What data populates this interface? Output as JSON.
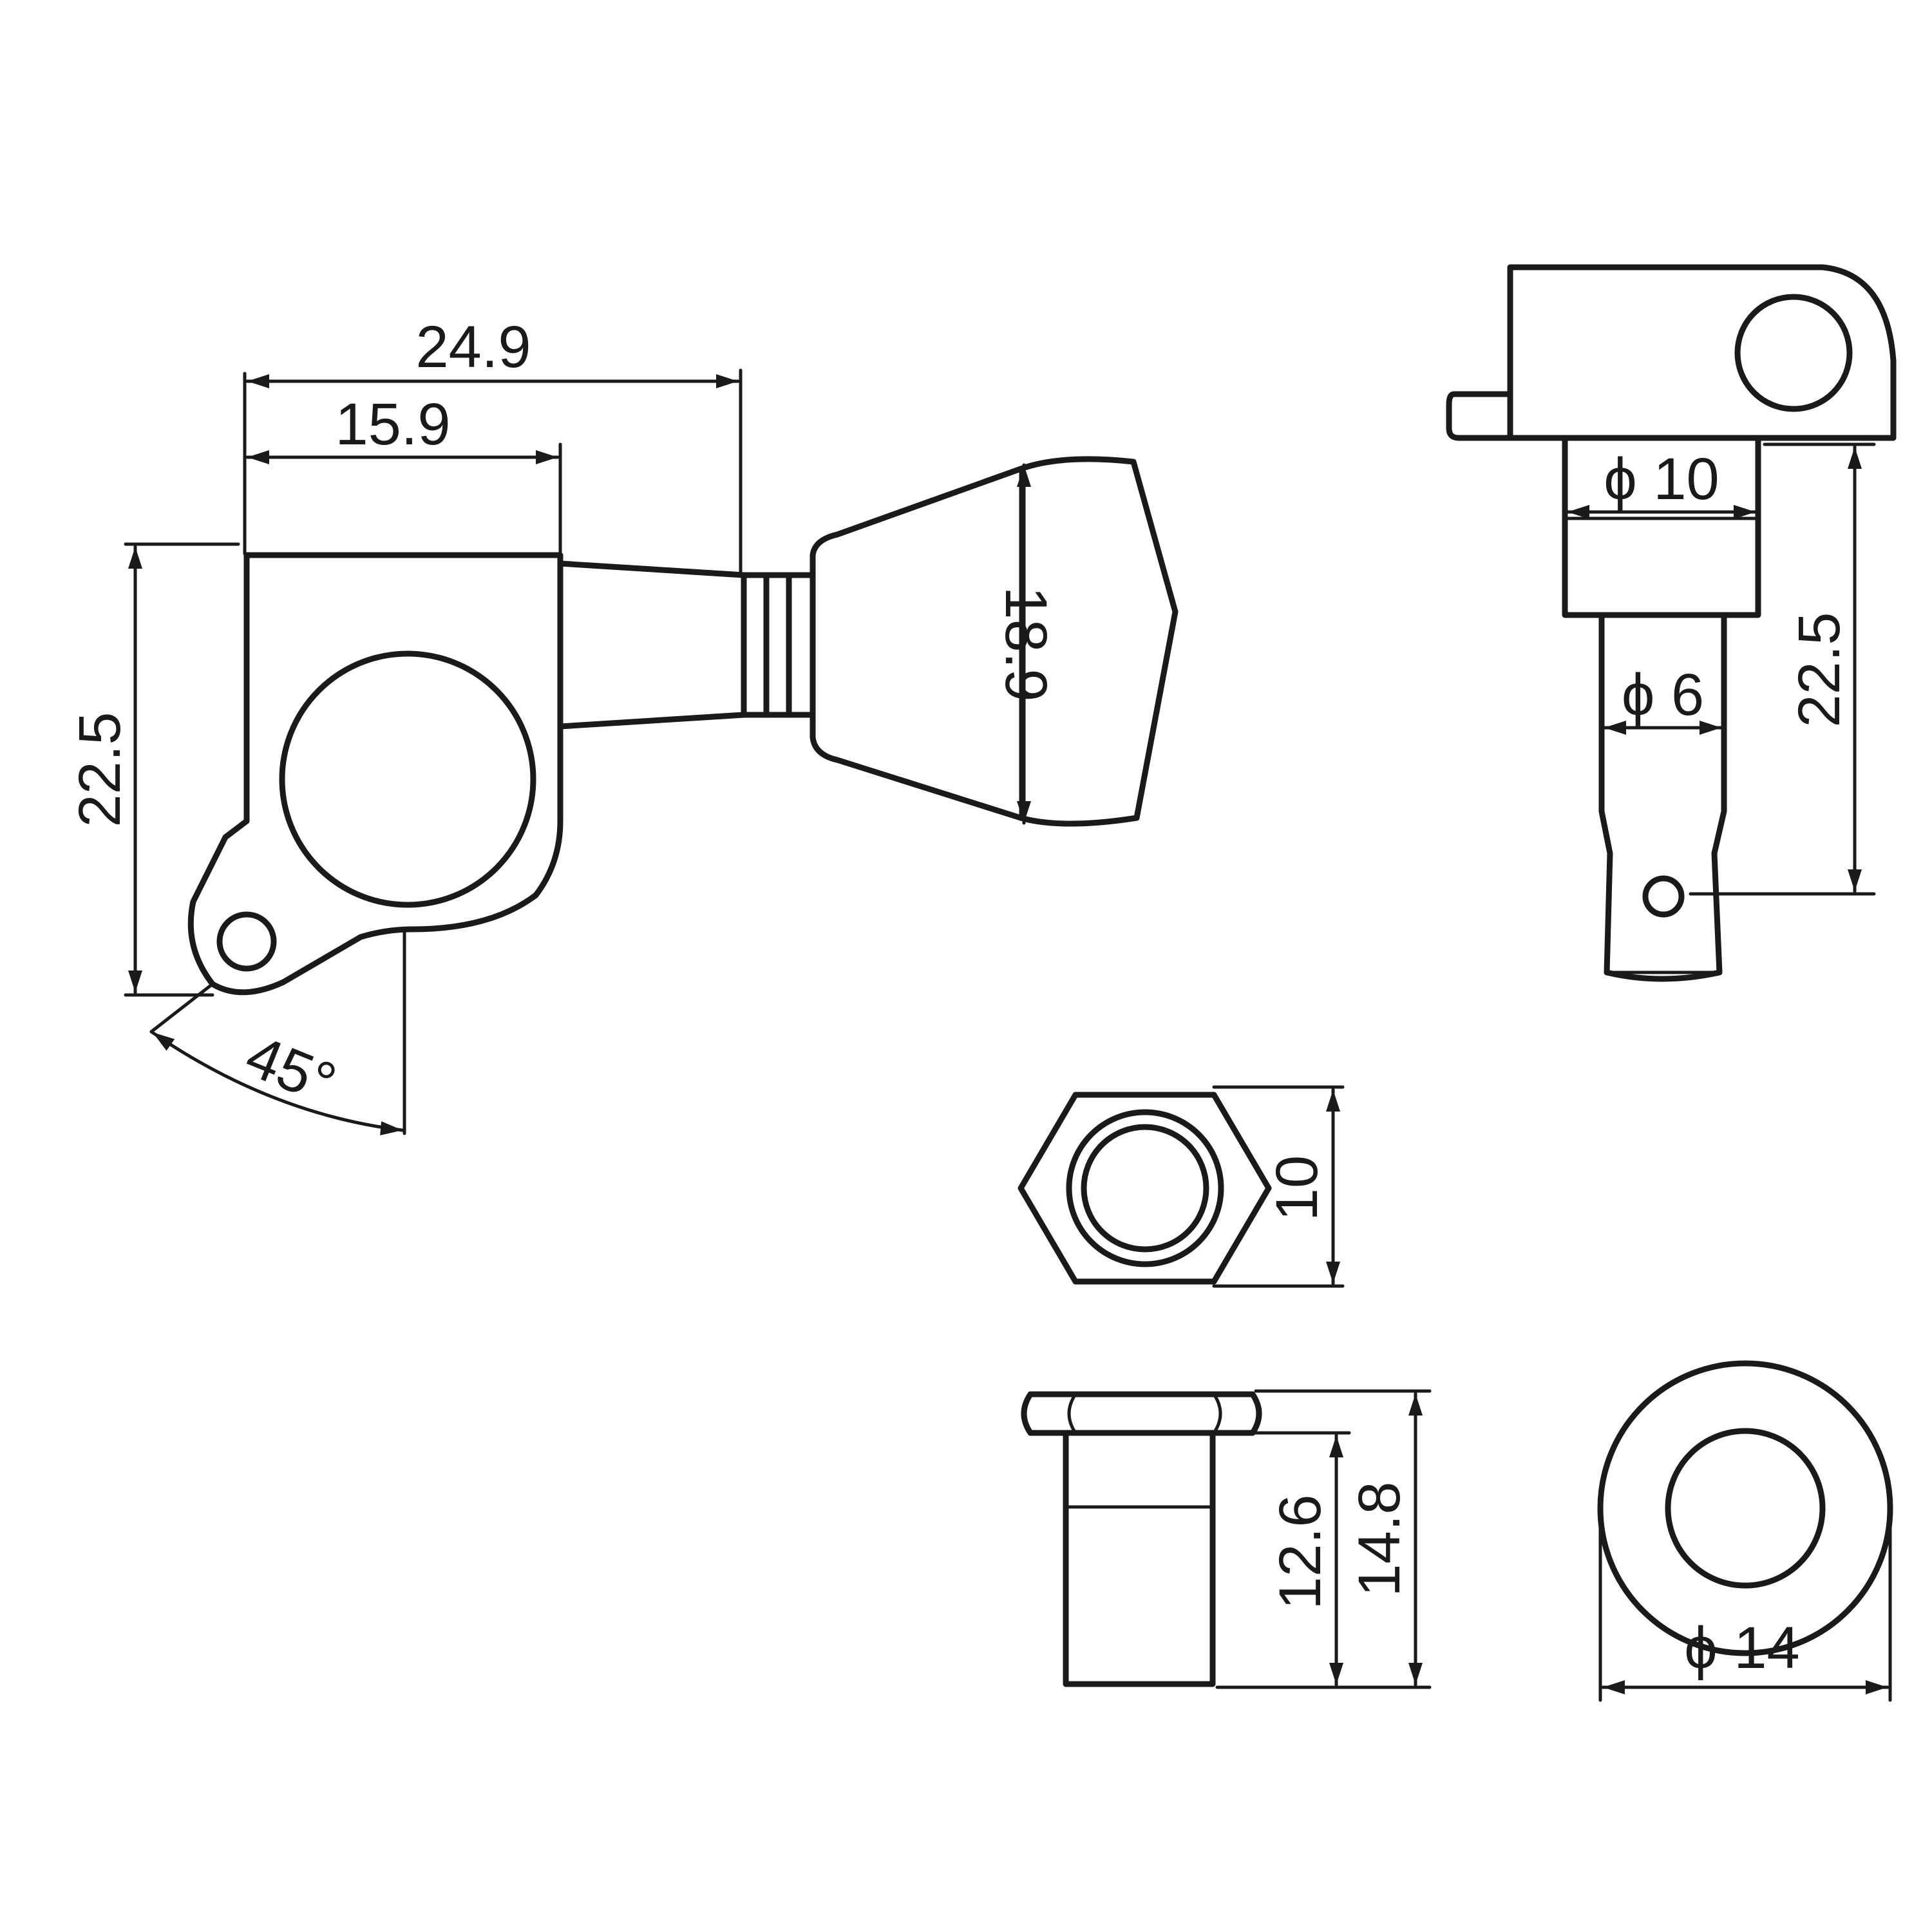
{
  "drawing": {
    "line_color": "#1a1a1a",
    "background": "#ffffff",
    "dimensions": {
      "housing_total_width": "24.9",
      "housing_width": "15.9",
      "housing_height": "22.5",
      "mount_angle": "45°",
      "button_height": "18.9",
      "bushing_diameter": "ϕ 10",
      "post_diameter": "ϕ 6",
      "post_height": "22.5",
      "nut_across_flats": "10",
      "bushing_shank_length": "12.6",
      "bushing_total_length": "14.8",
      "washer_diameter": "ϕ 14"
    }
  }
}
